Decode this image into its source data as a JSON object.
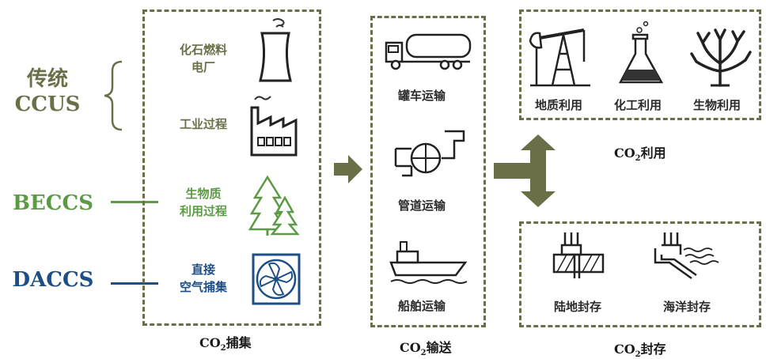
{
  "left_labels": {
    "traditional": {
      "line1": "传统",
      "line2": "CCUS",
      "color": "#6b6f48"
    },
    "beccs": {
      "text": "BECCS",
      "color": "#5d9a45"
    },
    "daccs": {
      "text": "DACCS",
      "color": "#1d4f86"
    }
  },
  "capture": {
    "caption_prefix": "CO",
    "caption_sub": "2",
    "caption_suffix": "捕集",
    "items": [
      {
        "line1": "化石燃料",
        "line2": "电厂",
        "icon": "cooling-tower-icon",
        "color": "#6b6f48"
      },
      {
        "line1": "工业过程",
        "icon": "factory-icon",
        "color": "#6b6f48"
      },
      {
        "line1": "生物质",
        "line2": "利用过程",
        "icon": "pine-trees-icon",
        "color": "#5d9a45"
      },
      {
        "line1": "直接",
        "line2": "空气捕集",
        "icon": "fan-icon",
        "color": "#1d4f86"
      }
    ]
  },
  "transport": {
    "caption_prefix": "CO",
    "caption_sub": "2",
    "caption_suffix": "输送",
    "items": [
      {
        "label": "罐车运输",
        "icon": "tanker-truck-icon"
      },
      {
        "label": "管道运输",
        "icon": "pipeline-valve-icon"
      },
      {
        "label": "船舶运输",
        "icon": "ship-icon"
      }
    ]
  },
  "utilization": {
    "caption_prefix": "CO",
    "caption_sub": "2",
    "caption_suffix": "利用",
    "items": [
      {
        "label": "地质利用",
        "icon": "oil-pump-icon"
      },
      {
        "label": "化工利用",
        "icon": "flask-icon"
      },
      {
        "label": "生物利用",
        "icon": "coral-icon"
      }
    ]
  },
  "storage": {
    "caption_prefix": "CO",
    "caption_sub": "2",
    "caption_suffix": "封存",
    "items": [
      {
        "label": "陆地封存",
        "icon": "land-storage-icon"
      },
      {
        "label": "海洋封存",
        "icon": "ocean-storage-icon"
      }
    ]
  },
  "colors": {
    "dashed_border": "#6b6f48",
    "arrow": "#6b6f48"
  }
}
